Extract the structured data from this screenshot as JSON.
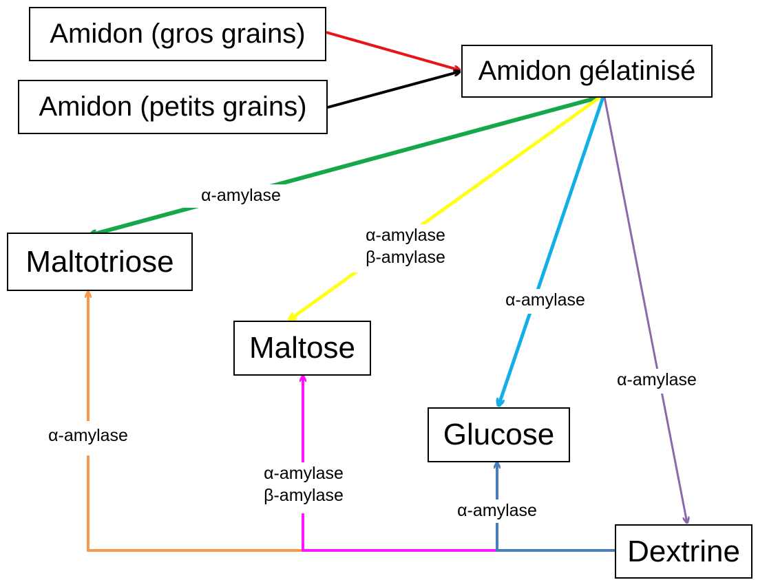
{
  "diagram": {
    "nodes": {
      "amidon_gros": "Amidon (gros grains)",
      "amidon_petits": "Amidon (petits grains)",
      "amidon_gelatinise": "Amidon gélatinisé",
      "maltotriose": "Maltotriose",
      "maltose": "Maltose",
      "glucose": "Glucose",
      "dextrine": "Dextrine"
    },
    "labels": {
      "to_maltotriose": "α-amylase",
      "to_maltose_1": "α-amylase",
      "to_maltose_2": "β-amylase",
      "to_glucose": "α-amylase",
      "to_dextrine": "α-amylase",
      "dex_maltotriose": "α-amylase",
      "dex_maltose_1": "α-amylase",
      "dex_maltose_2": "β-amylase",
      "dex_glucose": "α-amylase"
    },
    "colors": {
      "red": "#e8141c",
      "black": "#000000",
      "green": "#14a84b",
      "yellow": "#ffff1a",
      "cyan": "#12aee8",
      "purple": "#8a68ab",
      "orange": "#f59a4c",
      "magenta": "#ff14ff",
      "steel": "#4a7ebb"
    }
  }
}
